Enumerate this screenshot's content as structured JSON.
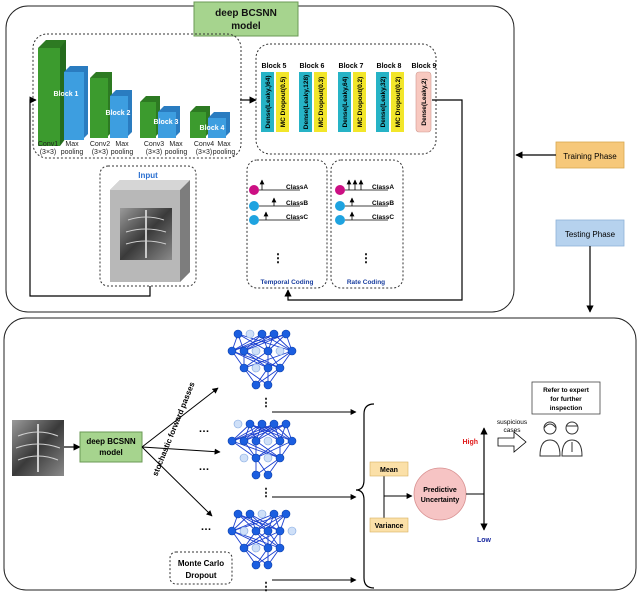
{
  "top": {
    "title_line1": "deep BCSNN",
    "title_line2": "model",
    "blocks": [
      {
        "label": "Block 1"
      },
      {
        "label": "Block 2"
      },
      {
        "label": "Block 3"
      },
      {
        "label": "Block 4"
      }
    ],
    "conv_labels": [
      {
        "name": "Conv1",
        "size": "(3×3)"
      },
      {
        "name": "Conv2",
        "size": "(3×3)"
      },
      {
        "name": "Conv3",
        "size": "(3×3)"
      },
      {
        "name": "Conv4",
        "size": "(3×3)"
      }
    ],
    "pool_label_1": "Max",
    "pool_label_2": "pooling",
    "dense_blocks": [
      {
        "label": "Block 5",
        "dense": "Dense(Leaky,)64)",
        "dropout": "MC Dropout(0.5)"
      },
      {
        "label": "Block 6",
        "dense": "Dense(Leaky,128)",
        "dropout": "MC Dropout(0.3)"
      },
      {
        "label": "Block 7",
        "dense": "Dense(Leaky,64)",
        "dropout": "MC Dropout(0.2)"
      },
      {
        "label": "Block 8",
        "dense": "Dense(Leaky,32)",
        "dropout": "MC Dropout(0.2)"
      },
      {
        "label": "Block 9",
        "dense": "Dense(Leaky,2)"
      }
    ],
    "input_label": "Input",
    "temporal": {
      "title": "Temporal Coding",
      "classes": [
        "ClassA",
        "ClassB",
        "ClassC"
      ]
    },
    "rate": {
      "title": "Rate Coding",
      "classes": [
        "ClassA",
        "ClassB",
        "ClassC"
      ]
    },
    "ellipsis": "⋮",
    "training_phase": "Training Phase",
    "testing_phase": "Testing Phase"
  },
  "bottom": {
    "model_line1": "deep BCSNN",
    "model_line2": "model",
    "stochastic_label": "stochastic forward passes",
    "mc_line1": "Monte Carlo",
    "mc_line2": "Dropout",
    "mean": "Mean",
    "variance": "Variance",
    "pu_line1": "Predictive",
    "pu_line2": "Uncertainty",
    "high": "High",
    "low": "Low",
    "suspicious_line1": "suspicious",
    "suspicious_line2": "cases",
    "refer_line1": "Refer to expert",
    "refer_line2": "for further",
    "refer_line3": "inspection",
    "dots": "⋮",
    "hdots": "…"
  },
  "colors": {
    "conv": "#3c9b2e",
    "pool": "#3d9ee0",
    "dense": "#26b3c6",
    "dropout": "#f2e62a",
    "final": "#f8c9c0",
    "phase": "#f6c87a",
    "testing": "#b6d2ee",
    "node": "#1b5ee0",
    "edge": "#1a3fd0",
    "spike": "#cc0f83",
    "mean_box": "#fbe0a8",
    "pu_circle": "#f6c4c4",
    "high": "#e01818",
    "low": "#1a2aa0"
  }
}
